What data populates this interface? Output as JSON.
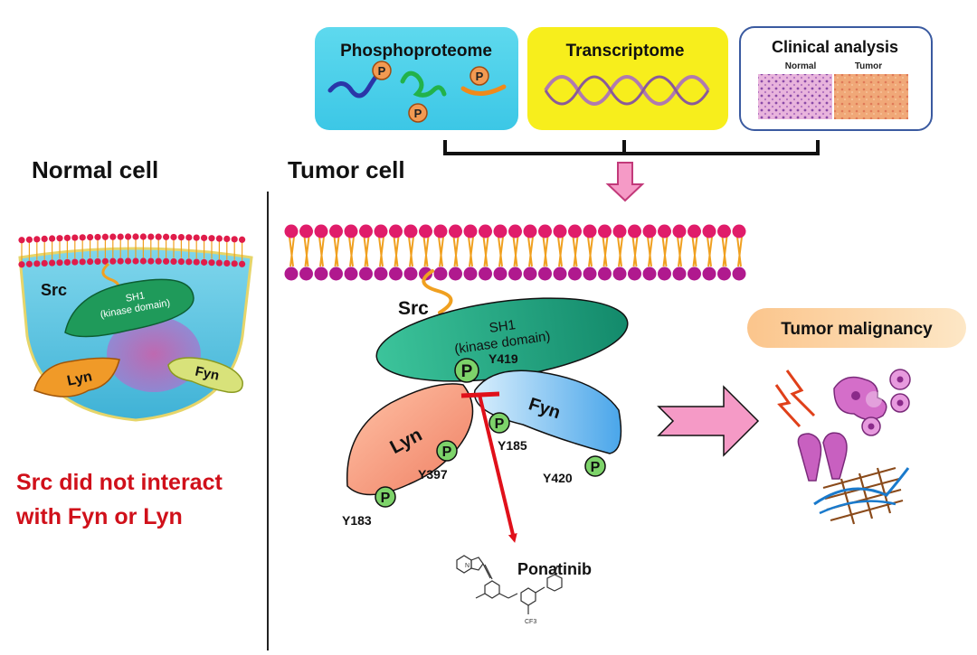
{
  "panels": {
    "phosphoproteome": {
      "title": "Phosphoproteome",
      "p": "P"
    },
    "transcriptome": {
      "title": "Transcriptome"
    },
    "clinical": {
      "title": "Clinical analysis",
      "normal": "Normal",
      "tumor": "Tumor"
    }
  },
  "normal_cell": {
    "heading": "Normal cell",
    "src": "Src",
    "sh1_line1": "SH1",
    "sh1_line2": "(kinase domain)",
    "lyn": "Lyn",
    "fyn": "Fyn",
    "note_line1": "Src did not interact",
    "note_line2": "with Fyn or Lyn"
  },
  "tumor_cell": {
    "heading": "Tumor cell",
    "src": "Src",
    "sh1_line1": "SH1",
    "sh1_line2": "(kinase domain)",
    "lyn": "Lyn",
    "fyn": "Fyn",
    "p": "P",
    "sites": {
      "y419": "Y419",
      "y397": "Y397",
      "y183": "Y183",
      "y185": "Y185",
      "y420": "Y420"
    },
    "drug": "Ponatinib",
    "drug_structure_labels": {
      "n": "N",
      "cf3": "CF3"
    }
  },
  "outcome": {
    "label": "Tumor malignancy"
  },
  "colors": {
    "lipid_head_tumor": "#e01c6a",
    "lipid_tail": "#f0a020",
    "sh1": "#1aa67f",
    "lyn": "#f4a07a",
    "fyn": "#7fc2ee",
    "phospho": "#7dd36a",
    "inhibition": "#e0101a",
    "flow_arrow": "#f59ac6",
    "note_red": "#d0101a"
  }
}
